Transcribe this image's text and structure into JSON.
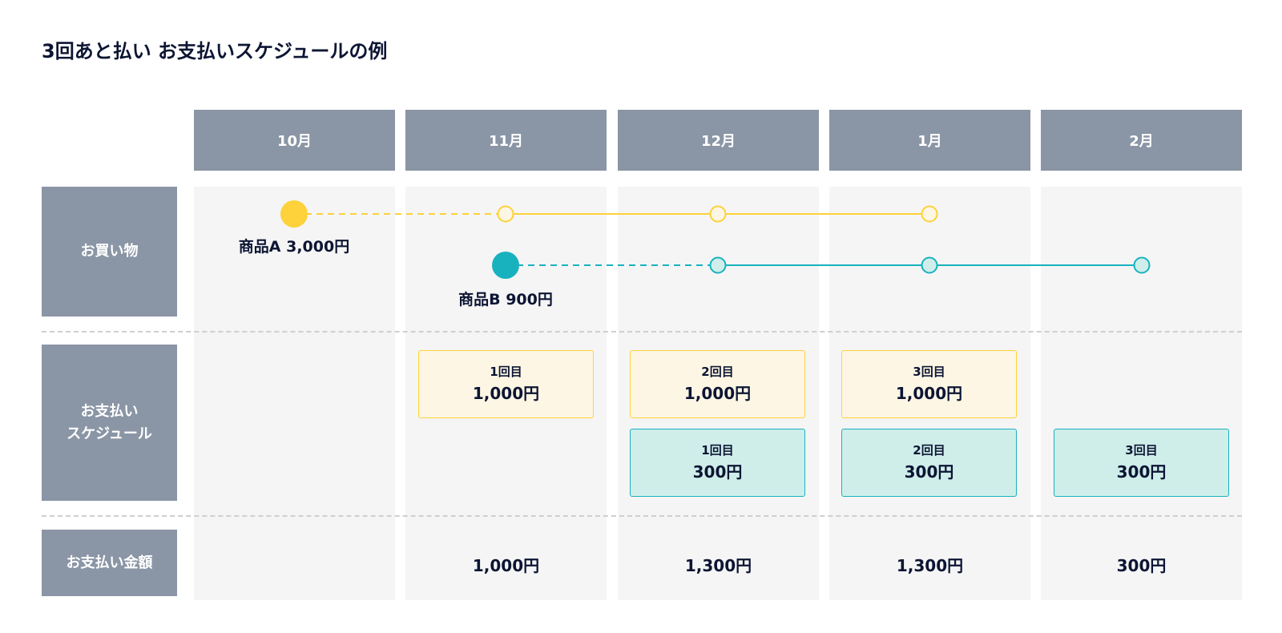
{
  "title": "3回あと払い お支払いスケジュールの例",
  "months": [
    "10月",
    "11月",
    "12月",
    "1月",
    "2月"
  ],
  "row_labels": {
    "purchase": "お買い物",
    "schedule_line1": "お支払い",
    "schedule_line2": "スケジュール",
    "total": "お支払い金額"
  },
  "items": [
    {
      "label": "商品A 3,000円",
      "color": "#fdd23a",
      "purchase_month": 0,
      "payment_months": [
        1,
        2,
        3
      ]
    },
    {
      "label": "商品B 900円",
      "color": "#18b2bf",
      "purchase_month": 1,
      "payment_months": [
        2,
        3,
        4
      ]
    }
  ],
  "schedule": [
    {
      "month": 1,
      "item": "A",
      "installment": "1回目",
      "amount": "1,000円"
    },
    {
      "month": 2,
      "item": "A",
      "installment": "2回目",
      "amount": "1,000円"
    },
    {
      "month": 3,
      "item": "A",
      "installment": "3回目",
      "amount": "1,000円"
    },
    {
      "month": 2,
      "item": "B",
      "installment": "1回目",
      "amount": "300円"
    },
    {
      "month": 3,
      "item": "B",
      "installment": "2回目",
      "amount": "300円"
    },
    {
      "month": 4,
      "item": "B",
      "installment": "3回目",
      "amount": "300円"
    }
  ],
  "totals": [
    "",
    "1,000円",
    "1,300円",
    "1,300円",
    "300円"
  ],
  "colors": {
    "header_bg": "#8a95a5",
    "column_bg": "#f5f5f5",
    "item_a": "#fdd23a",
    "item_a_fill": "#fef6e4",
    "item_b": "#18b2bf",
    "item_b_fill": "#cfeeea",
    "text": "#0c1533"
  }
}
